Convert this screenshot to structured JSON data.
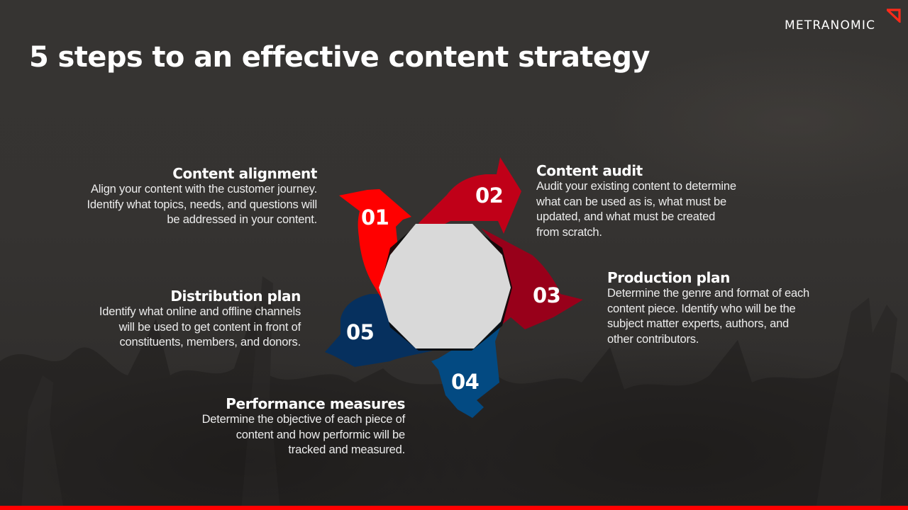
{
  "brand": {
    "logo_text": "METRANOMIC",
    "logo_icon": "red-triangle-outline-icon",
    "accent_color": "#ff0000"
  },
  "slide": {
    "title": "5 steps to an effective content strategy",
    "background_color": "#353331"
  },
  "steps": [
    {
      "number": "01",
      "title": "Content alignment",
      "lines": [
        "Align your content with the customer journey.",
        "Identify what topics, needs, and questions will",
        "be addressed in your content."
      ],
      "arrow_color": "#ff0000"
    },
    {
      "number": "02",
      "title": "Content audit",
      "lines": [
        "Audit your existing content to determine",
        "what can be used as is, what must be",
        "updated, and what must be created",
        "from scratch."
      ],
      "arrow_color": "#c00018"
    },
    {
      "number": "03",
      "title": "Production plan",
      "lines": [
        "Determine the genre and format of each",
        "content piece. Identify who will be the",
        "subject matter experts, authors, and",
        "other contributors."
      ],
      "arrow_color": "#98001a"
    },
    {
      "number": "04",
      "title": "Performance measures",
      "lines": [
        "Determine the objective of each piece of",
        "content and how performic will be",
        "tracked and measured."
      ],
      "arrow_color": "#034a82"
    },
    {
      "number": "05",
      "title": "Distribution plan",
      "lines": [
        "Identify what online and offline channels",
        "will be used to get content in front of",
        "constituents, members, and donors."
      ],
      "arrow_color": "#06305e"
    }
  ],
  "center_shape": {
    "type": "octagon",
    "color": "#d9d9d9"
  }
}
